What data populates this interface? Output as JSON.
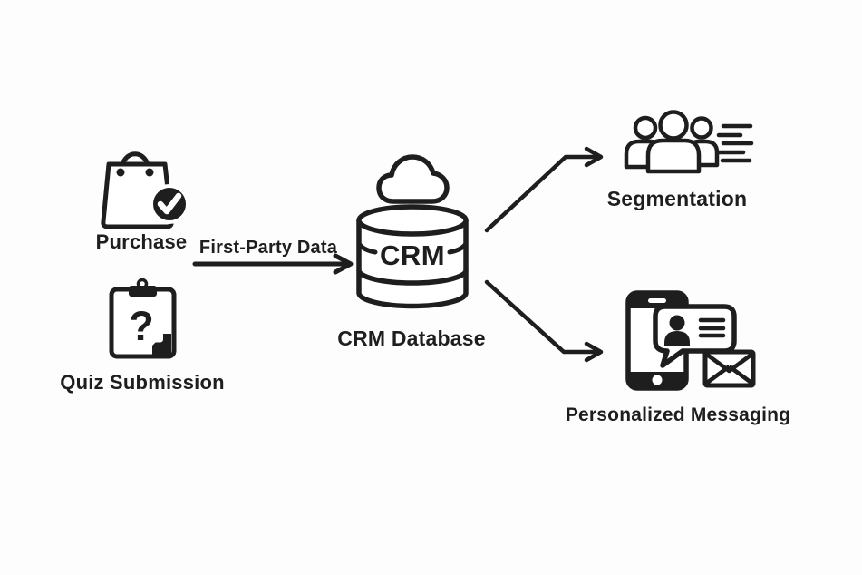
{
  "diagram": {
    "colors": {
      "background": "#fdfdfd",
      "ink": "#1e1e1e"
    },
    "sources": [
      {
        "label": "Purchase",
        "icon": "shopping-bag-check-icon"
      },
      {
        "label": "Quiz Submission",
        "icon": "clipboard-question-icon"
      }
    ],
    "flow": {
      "label": "First-Party Data"
    },
    "hub": {
      "label": "CRM Database",
      "cylinder_text": "CRM",
      "icon": "cloud-database-icon"
    },
    "outputs": [
      {
        "label": "Segmentation",
        "icon": "audience-group-icon"
      },
      {
        "label": "Personalized Messaging",
        "icon": "phone-chat-mail-icon"
      }
    ],
    "icon_glyphs": {
      "question_mark": "?"
    },
    "arrows": [
      {
        "from": "purchase-and-quiz",
        "to": "crm-database",
        "label": "First-Party Data"
      },
      {
        "from": "crm-database",
        "to": "segmentation",
        "label": ""
      },
      {
        "from": "crm-database",
        "to": "personalized-messaging",
        "label": ""
      }
    ]
  }
}
